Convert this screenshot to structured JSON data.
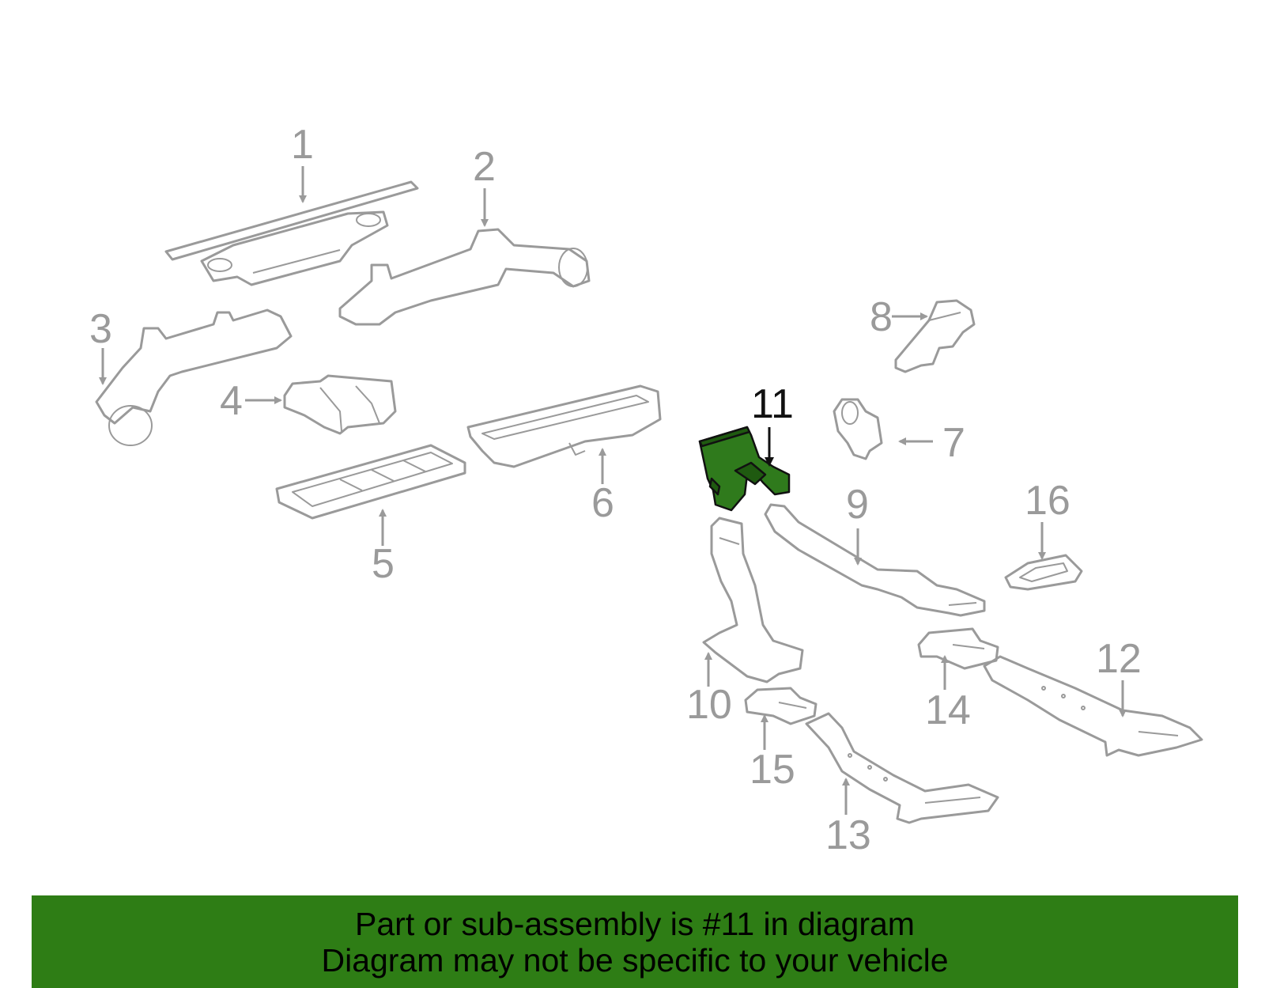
{
  "callouts": [
    "1",
    "2",
    "3",
    "4",
    "5",
    "6",
    "7",
    "8",
    "9",
    "10",
    "11",
    "12",
    "13",
    "14",
    "15",
    "16"
  ],
  "highlighted_part": "11",
  "colors": {
    "highlight": "#2e7d15",
    "line": "#9a9a9a",
    "banner": "#2e7d15"
  },
  "banner": {
    "line1": "Part or sub-assembly is #11 in diagram",
    "line2": "Diagram may not be specific to your vehicle"
  }
}
